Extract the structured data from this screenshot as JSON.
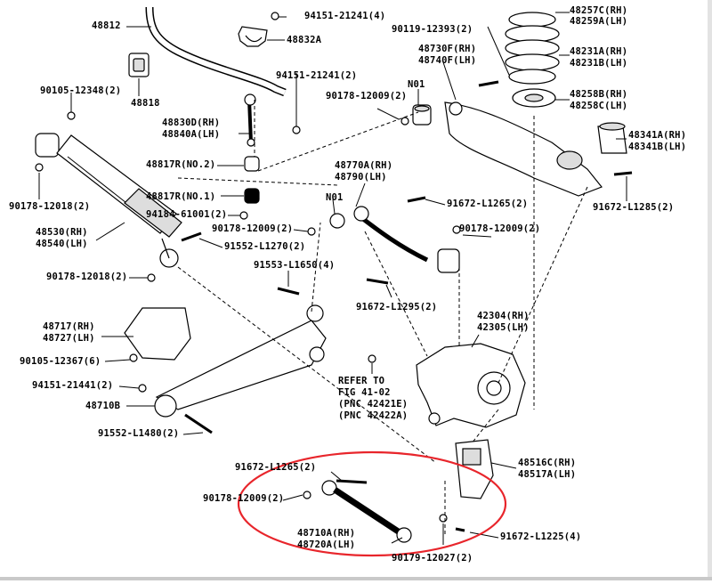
{
  "labels": {
    "p48812": "48812",
    "p48818": "48818",
    "p48832A": "48832A",
    "p94151_21241_4": "94151-21241(4)",
    "p94151_21241_2": "94151-21241(2)",
    "p90105_12348": "90105-12348(2)",
    "p48830D_1": "48830D(RH)",
    "p48830D_2": "48840A(LH)",
    "p48817R_2": "48817R(NO.2)",
    "p48817R_1": "48817R(NO.1)",
    "p94184_61001": "94184-61001(2)",
    "p90178_12018_a": "90178-12018(2)",
    "p90178_12018_b": "90178-12018(2)",
    "p48530_1": "48530(RH)",
    "p48530_2": "48540(LH)",
    "p90178_12009_a": "90178-12009(2)",
    "p90178_12009_b": "90178-12009(2)",
    "p90178_12009_c": "90178-12009(2)",
    "p90178_12009_d": "90178-12009(2)",
    "p91552_L1270": "91552-L1270(2)",
    "p91553_L1650": "91553-L1650(4)",
    "p48717_1": "48717(RH)",
    "p48717_2": "48727(LH)",
    "p90105_12367": "90105-12367(6)",
    "p94151_21441": "94151-21441(2)",
    "p48710B": "48710B",
    "p91552_L1480": "91552-L1480(2)",
    "p90119_12393": "90119-12393(2)",
    "p48730F_1": "48730F(RH)",
    "p48730F_2": "48740F(LH)",
    "pN01a": "N01",
    "pN01b": "N01",
    "p48770A_1": "48770A(RH)",
    "p48770A_2": "48790(LH)",
    "p91672_L1265_a": "91672-L1265(2)",
    "p91672_L1265_b": "91672-L1265(2)",
    "p91672_L1295": "91672-L1295(2)",
    "p91672_L1285": "91672-L1285(2)",
    "p91672_L1225": "91672-L1225(4)",
    "p48257C_1": "48257C(RH)",
    "p48257C_2": "48259A(LH)",
    "p48231A_1": "48231A(RH)",
    "p48231A_2": "48231B(LH)",
    "p48258B_1": "48258B(RH)",
    "p48258B_2": "48258C(LH)",
    "p48341A_1": "48341A(RH)",
    "p48341A_2": "48341B(LH)",
    "p42304_1": "42304(RH)",
    "p42304_2": "42305(LH)",
    "refer_1": "REFER TO",
    "refer_2": "FIG 41-02",
    "refer_3": "(PNC 42421E)",
    "refer_4": "(PNC 42422A)",
    "p48516C_1": "48516C(RH)",
    "p48516C_2": "48517A(LH)",
    "p48710A_1": "48710A(RH)",
    "p48710A_2": "48720A(LH)",
    "p90179_12027": "90179-12027(2)"
  },
  "colors": {
    "ink": "#000000",
    "highlight_ellipse": "#e8252b",
    "part_fill": "#ffffff",
    "part_shade": "#d9d9d9"
  }
}
